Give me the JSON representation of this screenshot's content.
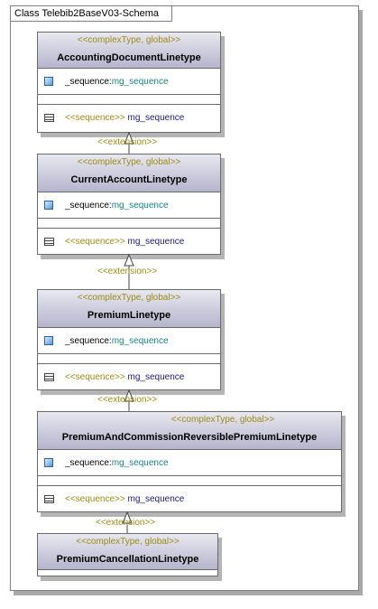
{
  "frame": {
    "title": "Class Telebib2BaseV03-Schema"
  },
  "classes": [
    {
      "stereotype": "<<complexType, global>>",
      "name": "AccountingDocumentLinetype",
      "attribute": {
        "prefix": "_sequence:",
        "type": "mg_sequence"
      },
      "operation": {
        "stereotype": "<<sequence>>",
        "name": "mg_sequence"
      }
    },
    {
      "stereotype": "<<complexType, global>>",
      "name": "CurrentAccountLinetype",
      "attribute": {
        "prefix": "_sequence:",
        "type": "mg_sequence"
      },
      "operation": {
        "stereotype": "<<sequence>>",
        "name": "mg_sequence"
      }
    },
    {
      "stereotype": "<<complexType, global>>",
      "name": "PremiumLinetype",
      "attribute": {
        "prefix": "_sequence:",
        "type": "mg_sequence"
      },
      "operation": {
        "stereotype": "<<sequence>>",
        "name": "mg_sequence"
      }
    },
    {
      "stereotype": "<<complexType, global>>",
      "name": "PremiumAndCommissionReversiblePremiumLinetype",
      "attribute": {
        "prefix": "_sequence:",
        "type": "mg_sequence"
      },
      "operation": {
        "stereotype": "<<sequence>>",
        "name": "mg_sequence"
      }
    },
    {
      "stereotype": "<<complexType, global>>",
      "name": "PremiumCancellationLinetype"
    }
  ],
  "extensions": [
    {
      "label": "<<extension>>"
    },
    {
      "label": "<<extension>>"
    },
    {
      "label": "<<extension>>"
    },
    {
      "label": "<<extension>>"
    }
  ]
}
